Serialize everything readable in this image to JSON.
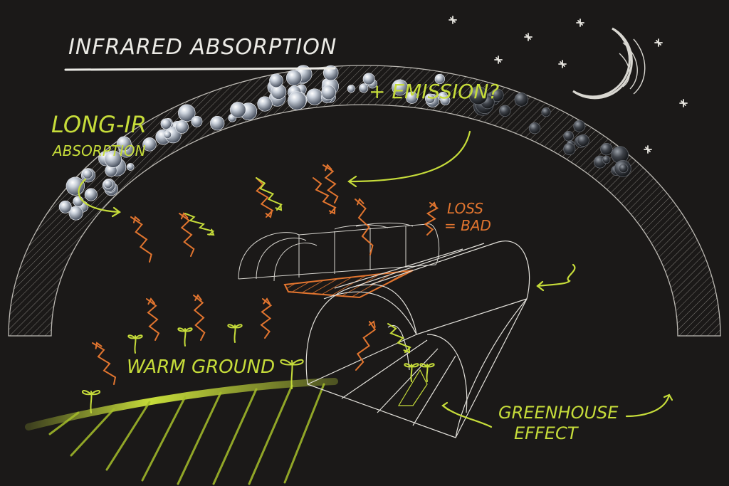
{
  "title": "INFRARED ABSORPTION",
  "labels": {
    "emission": "+ EMISSION?",
    "long_ir_line1": "LONG-IR",
    "long_ir_line2": "ABSORPTION",
    "loss_line1": "LOSS",
    "loss_line2": "= BAD",
    "warm_ground": "WARM GROUND",
    "greenhouse_line1": "GREENHOUSE",
    "greenhouse_line2": "EFFECT"
  },
  "colors": {
    "background": "#1b1918",
    "chalk_white": "#ecebe6",
    "chalk_green": "#c6dc3a",
    "chalk_orange": "#e2752f"
  },
  "icons": [
    "moon-icon",
    "star-icon",
    "droplet-icon",
    "sprout-icon",
    "greenhouse-tunnel-icon"
  ]
}
